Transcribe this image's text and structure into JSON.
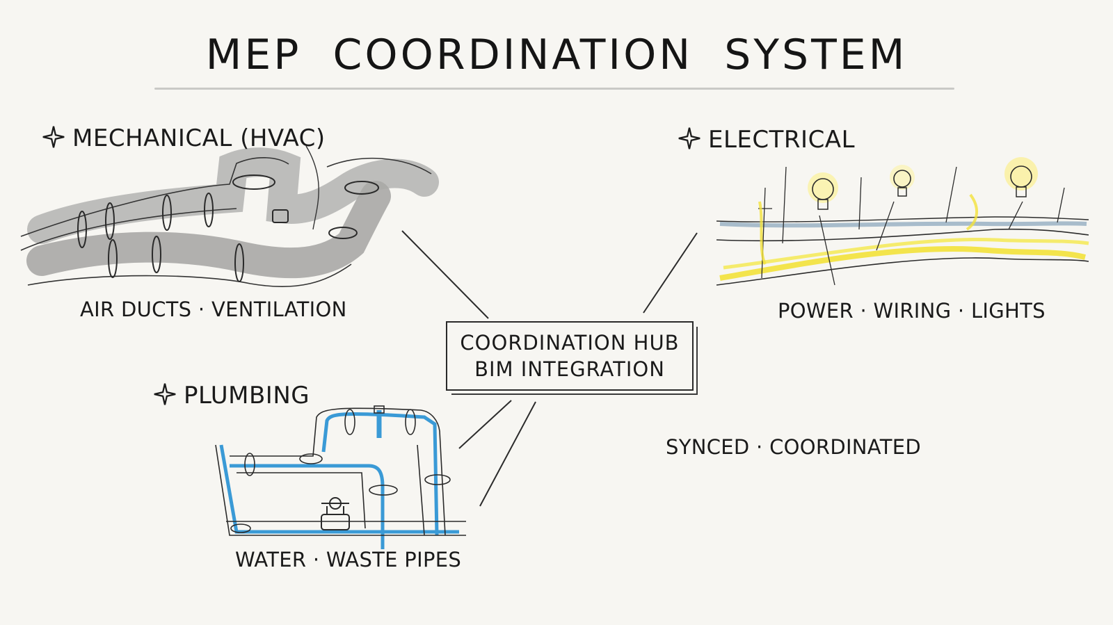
{
  "title": "MEP COORDINATION SYSTEM",
  "hub": {
    "line1": "COORDINATION HUB",
    "line2": "BIM INTEGRATION"
  },
  "sections": {
    "mechanical": {
      "heading": "MECHANICAL (HVAC)",
      "caption": "AIR DUCTS · VENTILATION"
    },
    "electrical": {
      "heading": "ELECTRICAL",
      "caption": "POWER · WIRING · LIGHTS"
    },
    "plumbing": {
      "heading": "PLUMBING",
      "caption": "WATER · WASTE PIPES"
    }
  },
  "status": "SYNCED · COORDINATED",
  "icons": [
    "star-bullet-icon",
    "duct-sketch",
    "light-bulb-icon",
    "pipe-sketch",
    "valve-icon"
  ],
  "colors": {
    "ink": "#1c1c1c",
    "duct_gray": "#a9a9a7",
    "wire_yellow": "#f2e23a",
    "wire_blue": "#9fb6c6",
    "pipe_blue": "#3a9ad6",
    "background": "#f7f6f2"
  }
}
